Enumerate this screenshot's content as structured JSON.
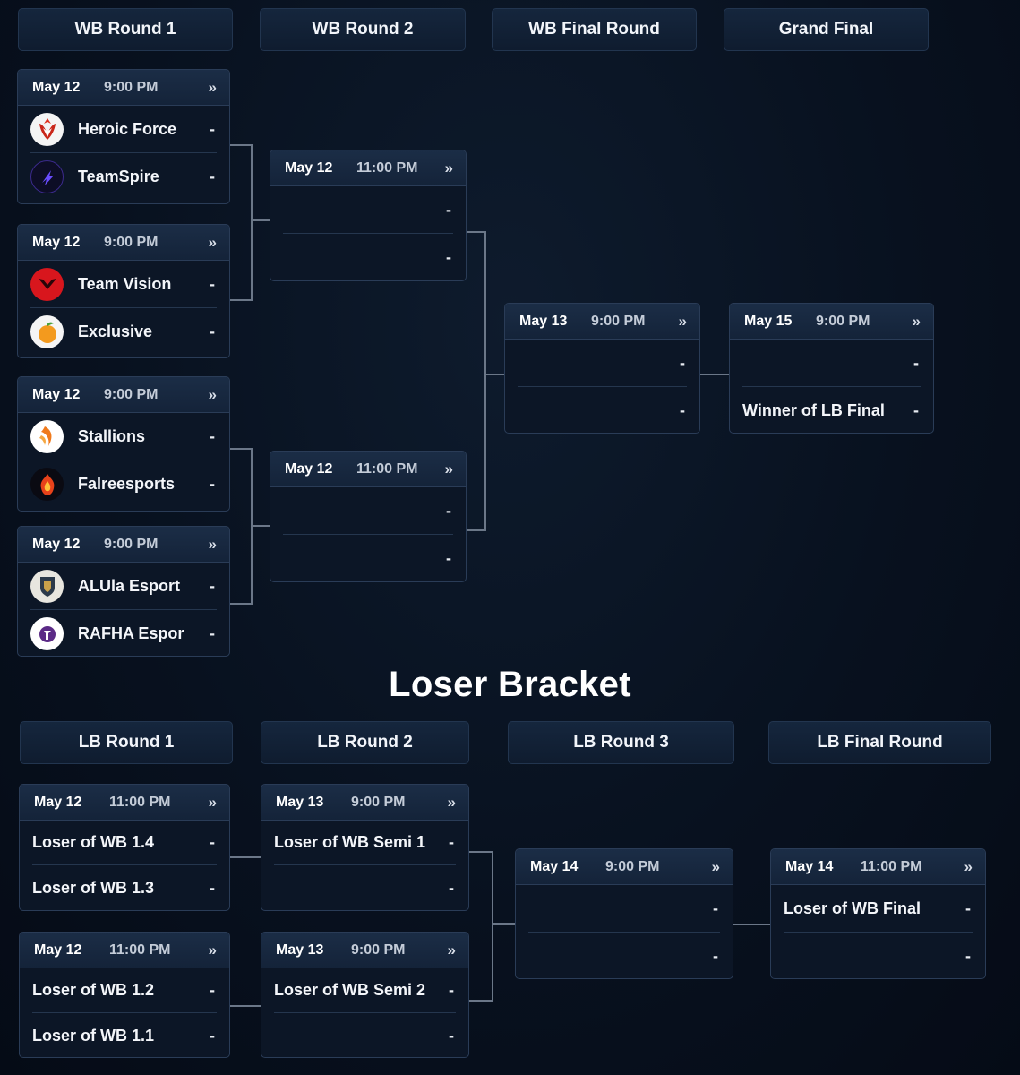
{
  "winner_bracket": {
    "headers": [
      "WB Round 1",
      "WB Round 2",
      "WB Final Round",
      "Grand Final"
    ],
    "r1": [
      {
        "date": "May 12",
        "time": "9:00 PM",
        "team1": "Heroic Force",
        "score1": "-",
        "team2": "TeamSpire",
        "score2": "-"
      },
      {
        "date": "May 12",
        "time": "9:00 PM",
        "team1": "Team Vision",
        "score1": "-",
        "team2": "Exclusive",
        "score2": "-"
      },
      {
        "date": "May 12",
        "time": "9:00 PM",
        "team1": "Stallions",
        "score1": "-",
        "team2": "Falreesports",
        "score2": "-"
      },
      {
        "date": "May 12",
        "time": "9:00 PM",
        "team1": "ALUla Esport",
        "score1": "-",
        "team2": "RAFHA Espor",
        "score2": "-"
      }
    ],
    "r2": [
      {
        "date": "May 12",
        "time": "11:00 PM",
        "team1": "",
        "score1": "-",
        "team2": "",
        "score2": "-"
      },
      {
        "date": "May 12",
        "time": "11:00 PM",
        "team1": "",
        "score1": "-",
        "team2": "",
        "score2": "-"
      }
    ],
    "final": {
      "date": "May 13",
      "time": "9:00 PM",
      "team1": "",
      "score1": "-",
      "team2": "",
      "score2": "-"
    },
    "grand_final": {
      "date": "May 15",
      "time": "9:00 PM",
      "team1": "",
      "score1": "-",
      "team2": "Winner of LB Final",
      "score2": "-"
    }
  },
  "loser_bracket": {
    "title": "Loser Bracket",
    "headers": [
      "LB Round 1",
      "LB Round 2",
      "LB Round 3",
      "LB Final Round"
    ],
    "r1": [
      {
        "date": "May 12",
        "time": "11:00 PM",
        "team1": "Loser of WB 1.4",
        "score1": "-",
        "team2": "Loser of WB 1.3",
        "score2": "-"
      },
      {
        "date": "May 12",
        "time": "11:00 PM",
        "team1": "Loser of WB 1.2",
        "score1": "-",
        "team2": "Loser of WB 1.1",
        "score2": "-"
      }
    ],
    "r2": [
      {
        "date": "May 13",
        "time": "9:00 PM",
        "team1": "Loser of WB Semi 1",
        "score1": "-",
        "team2": "",
        "score2": "-"
      },
      {
        "date": "May 13",
        "time": "9:00 PM",
        "team1": "Loser of WB Semi 2",
        "score1": "-",
        "team2": "",
        "score2": "-"
      }
    ],
    "r3": {
      "date": "May 14",
      "time": "9:00 PM",
      "team1": "",
      "score1": "-",
      "team2": "",
      "score2": "-"
    },
    "final": {
      "date": "May 14",
      "time": "11:00 PM",
      "team1": "Loser of WB Final",
      "score1": "-",
      "team2": "",
      "score2": "-"
    }
  },
  "icons": {
    "details": "»",
    "team_logos": [
      "heroic-force-logo",
      "teamspire-logo",
      "team-vision-logo",
      "exclusive-logo",
      "stallions-logo",
      "falreesports-logo",
      "alula-esport-logo",
      "rafha-esport-logo"
    ]
  },
  "colors": {
    "background": "#08111f",
    "card": "#0c1626",
    "card_header": "#1b2d46",
    "border": "#2a3c57",
    "connector": "#6b7788"
  }
}
